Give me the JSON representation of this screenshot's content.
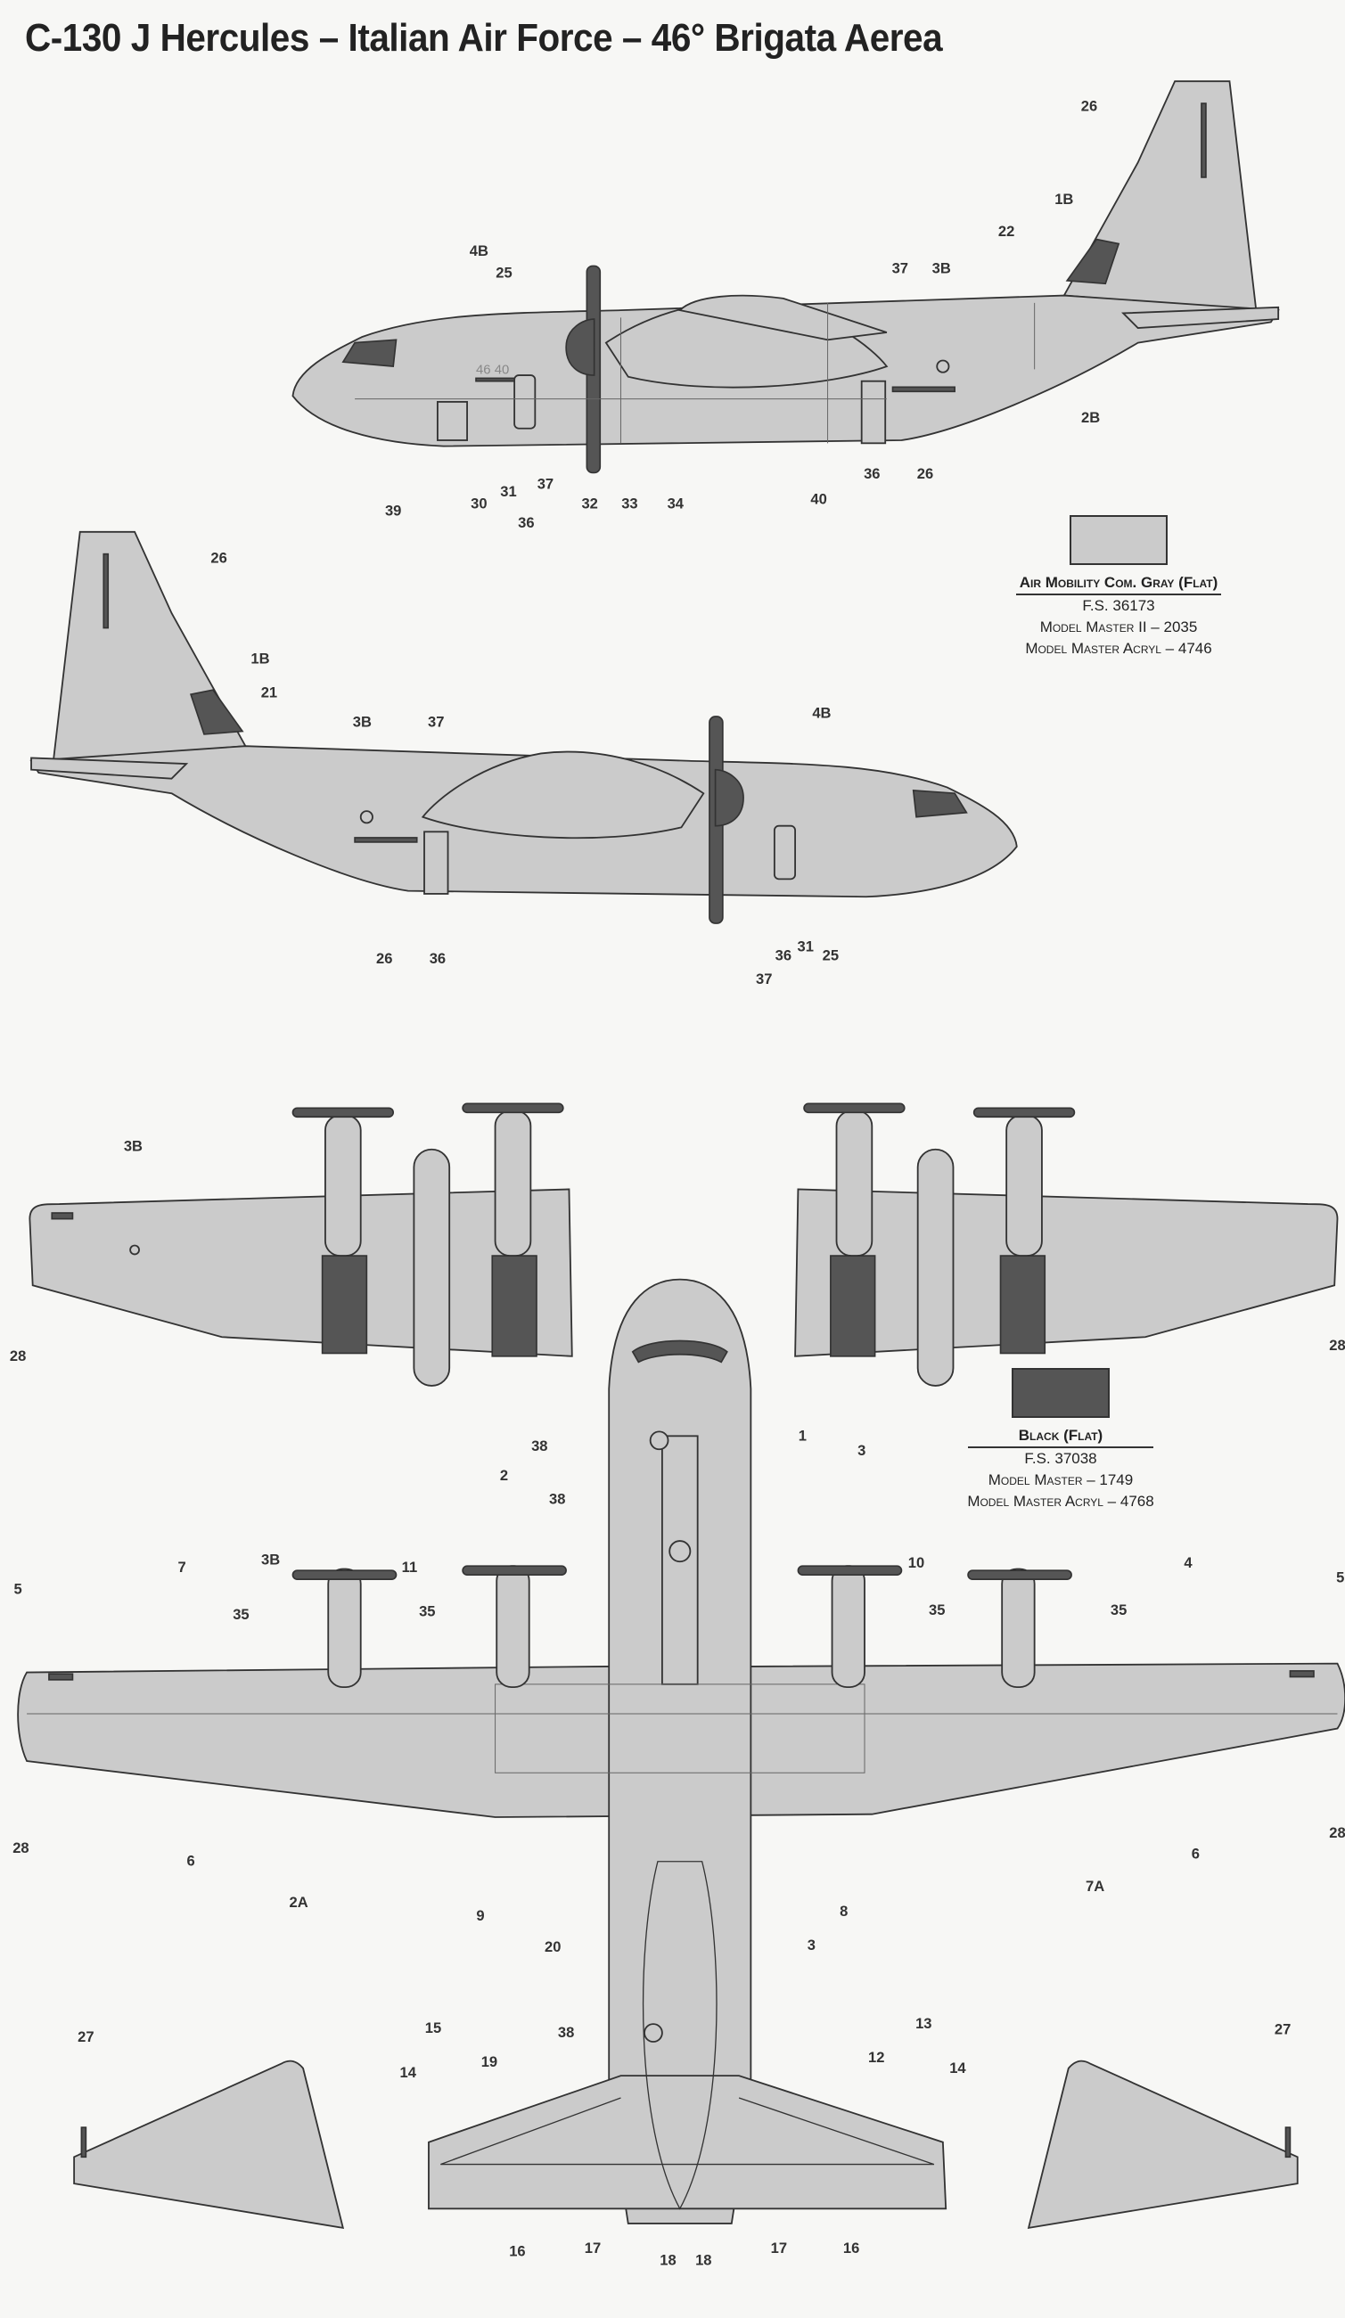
{
  "title": "C-130 J Hercules – Italian Air Force – 46° Brigata Aerea",
  "colors": {
    "gray": "#cbcbcb",
    "black": "#555555",
    "paper": "#f7f7f5"
  },
  "legends": [
    {
      "name": "Air Mobility Com. Gray (Flat)",
      "fs": "F.S. 36173",
      "line1": "Model Master II – 2035",
      "line2": "Model Master Acryl – 4746",
      "swatch": "#cbcbcb"
    },
    {
      "name": "Black (Flat)",
      "fs": "F.S. 37038",
      "line1": "Model Master – 1749",
      "line2": "Model Master Acryl – 4768",
      "swatch": "#555555"
    }
  ],
  "callouts": {
    "side_left": [
      "26",
      "1B",
      "22",
      "37",
      "3B",
      "4B",
      "25",
      "39",
      "30",
      "31",
      "37",
      "36",
      "32",
      "33",
      "34",
      "40",
      "36",
      "26",
      "2B"
    ],
    "side_right": [
      "26",
      "1B",
      "21",
      "3B",
      "37",
      "4B",
      "26",
      "36",
      "37",
      "36",
      "31",
      "25"
    ],
    "wings_top": [
      "3B",
      "28",
      "28"
    ],
    "underside": [
      "38",
      "1",
      "2",
      "3",
      "38",
      "5",
      "7",
      "3B",
      "11",
      "35",
      "35",
      "10",
      "4",
      "5",
      "35",
      "35",
      "28",
      "6",
      "2A",
      "9",
      "20",
      "3",
      "8",
      "7A",
      "6",
      "28"
    ],
    "tail": [
      "27",
      "15",
      "38",
      "19",
      "12",
      "13",
      "14",
      "14",
      "27",
      "16",
      "17",
      "18",
      "18",
      "17",
      "16"
    ]
  },
  "fuselage_code": "46 40"
}
